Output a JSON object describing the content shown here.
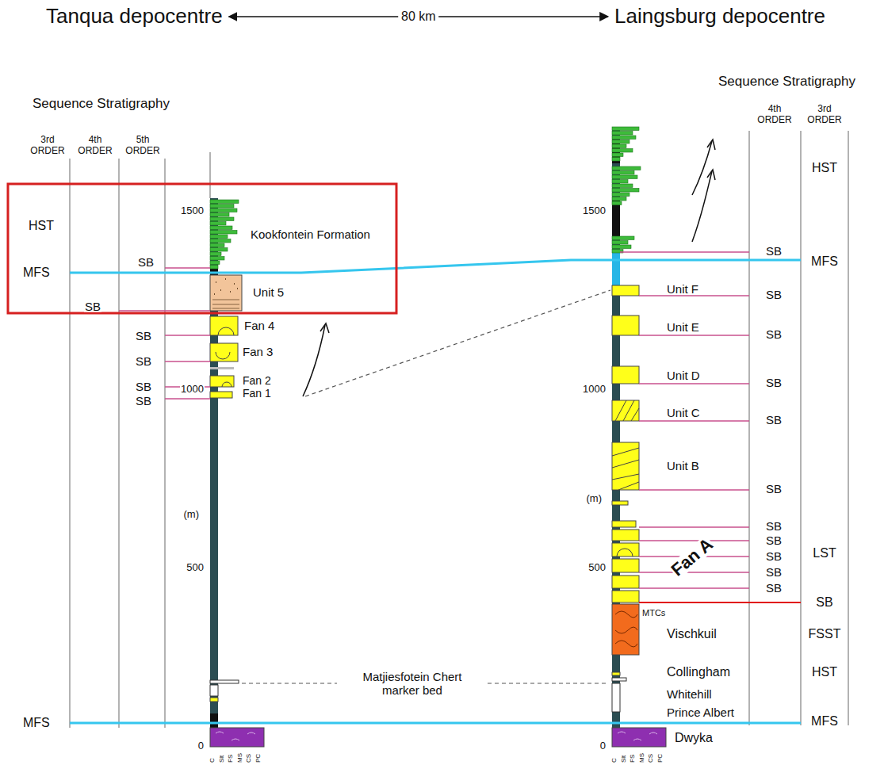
{
  "diagram": {
    "nodes": [
      {
        "text": [
          "Tanqua depocentre"
        ]
      },
      {
        "text": [
          "Laingsburg depocentre"
        ]
      }
    ],
    "edges": [
      {
        "from": 0,
        "to": 1,
        "arrow": "both",
        "label": "80 km"
      }
    ],
    "labels": [
      "Sequence Stratigraphy",
      "3rd ORDER",
      "4th ORDER",
      "5th ORDER",
      "1500",
      "1000",
      "(m)",
      "500",
      "0",
      "Kookfontein Formation",
      "Unit 5",
      "Fan 4",
      "Fan 3",
      "Fan 2",
      "Fan 1",
      "HST",
      "MFS",
      "SB",
      "SB",
      "SB",
      "SB",
      "SB",
      "SB",
      "MFS",
      "Matjiesfotein Chert marker bed",
      "Sequence Stratigraphy",
      "4th ORDER",
      "3rd ORDER",
      "1500",
      "1000",
      "(m)",
      "500",
      "0",
      "Unit F",
      "Unit E",
      "Unit D",
      "Unit C",
      "Unit B",
      "Fan A",
      "MTCs",
      "Vischkuil",
      "Collingham",
      "Whitehill",
      "Prince Albert",
      "Dwyka",
      "HST",
      "SB",
      "MFS",
      "SB",
      "SB",
      "SB",
      "SB",
      "SB",
      "SB",
      "SB",
      "SB",
      "SB",
      "SB",
      "LST",
      "SB",
      "FSST",
      "HST",
      "MFS",
      "C",
      "Slt",
      "FS",
      "MS",
      "CS",
      "PC",
      "C",
      "Slt",
      "FS",
      "MS",
      "CS",
      "PC"
    ]
  }
}
